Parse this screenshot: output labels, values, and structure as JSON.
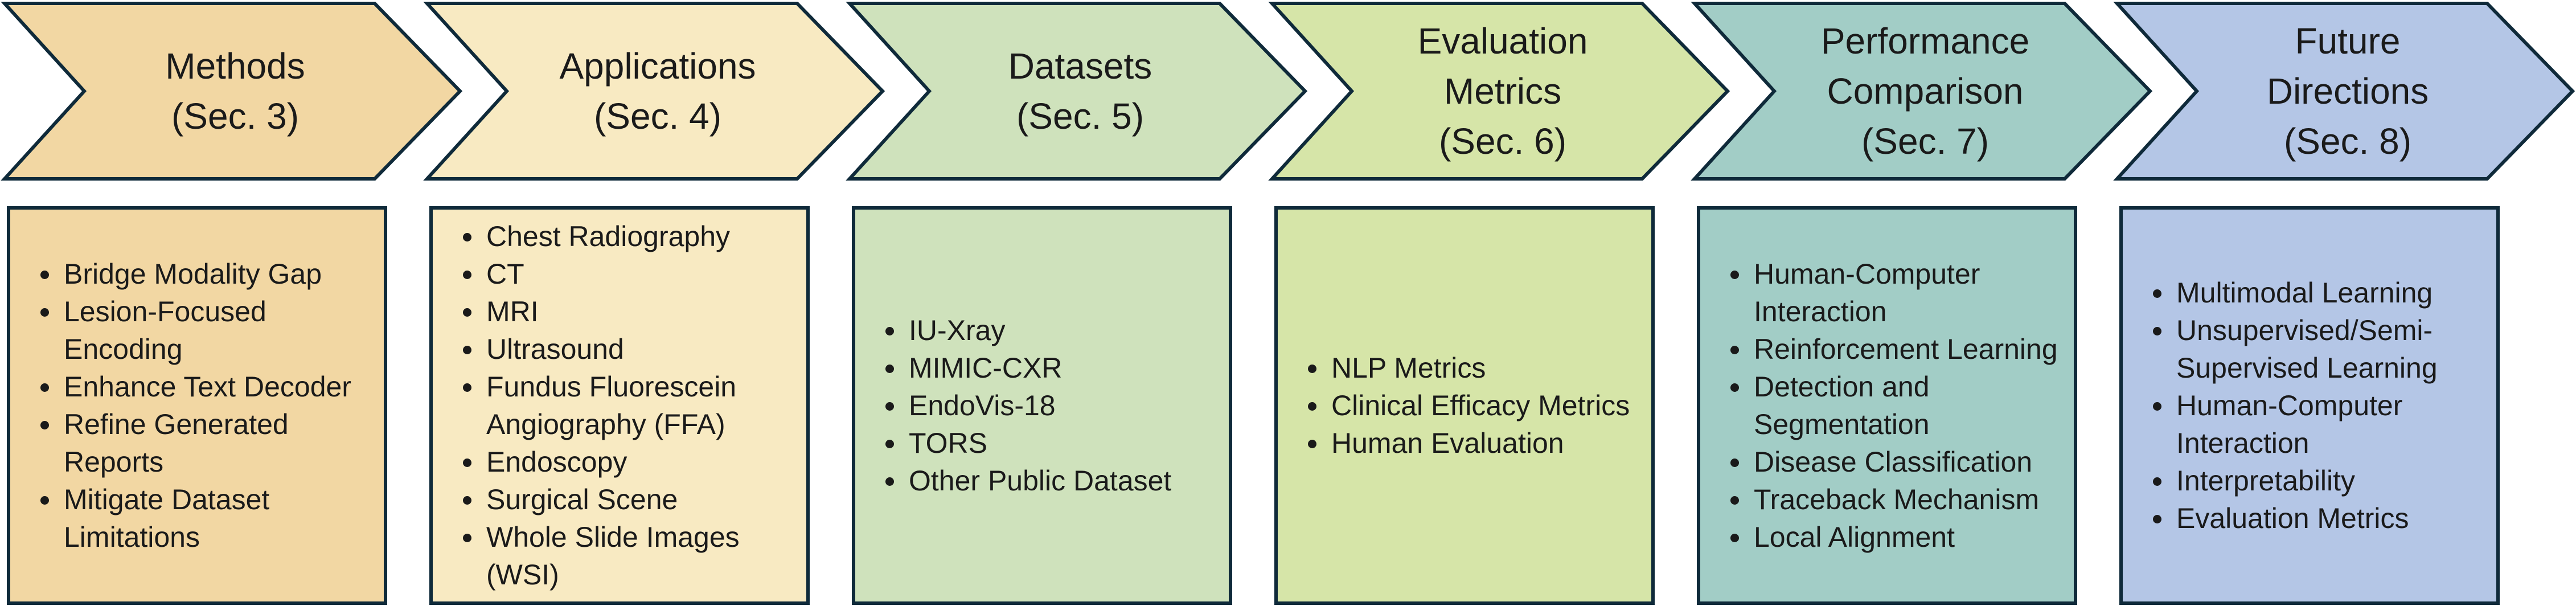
{
  "sections": [
    {
      "title_lines": [
        "Methods",
        "(Sec. 3)"
      ],
      "items": [
        "Bridge Modality Gap",
        "Lesion-Focused Encoding",
        "Enhance Text Decoder",
        "Refine Generated Reports",
        "Mitigate Dataset Limitations"
      ],
      "arrow_fill": "#f2d7a3",
      "box_fill": "#f2d7a3"
    },
    {
      "title_lines": [
        "Applications",
        "(Sec. 4)"
      ],
      "items": [
        "Chest Radiography",
        "CT",
        "MRI",
        "Ultrasound",
        "Fundus Fluorescein Angiography (FFA)",
        "Endoscopy",
        "Surgical Scene",
        "Whole Slide Images (WSI)"
      ],
      "arrow_fill": "#f8eac2",
      "box_fill": "#f8eac2"
    },
    {
      "title_lines": [
        "Datasets",
        "(Sec. 5)"
      ],
      "items": [
        "IU-Xray",
        "MIMIC-CXR",
        "EndoVis-18",
        "TORS",
        "Other Public Dataset"
      ],
      "arrow_fill": "#cfe2bc",
      "box_fill": "#cfe2bc"
    },
    {
      "title_lines": [
        "Evaluation",
        "Metrics",
        "(Sec. 6)"
      ],
      "items": [
        "NLP Metrics",
        "Clinical Efficacy Metrics",
        "Human Evaluation"
      ],
      "arrow_fill": "#d6e5a8",
      "box_fill": "#d6e5a8"
    },
    {
      "title_lines": [
        "Performance",
        "Comparison",
        "(Sec. 7)"
      ],
      "items": [
        "Human-Computer Interaction",
        "Reinforcement Learning",
        "Detection and Segmentation",
        "Disease Classification",
        "Traceback Mechanism",
        "Local Alignment"
      ],
      "arrow_fill": "#a2cdc6",
      "box_fill": "#a2cdc6"
    },
    {
      "title_lines": [
        "Future",
        "Directions",
        "(Sec. 8)"
      ],
      "items": [
        "Multimodal Learning",
        "Unsupervised/Semi-Supervised Learning",
        "Human-Computer Interaction",
        "Interpretability",
        "Evaluation Metrics"
      ],
      "arrow_fill": "#b4c6e6",
      "box_fill": "#b4c6e6"
    }
  ],
  "stroke_color": "#0f2a3a"
}
